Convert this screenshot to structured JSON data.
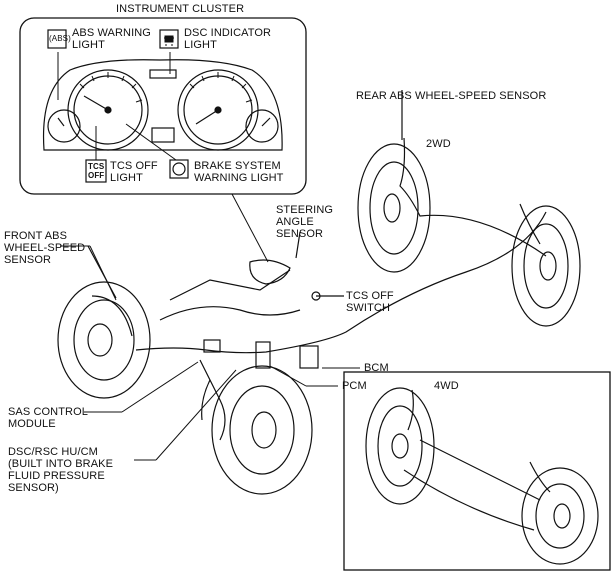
{
  "diagram": {
    "cluster": {
      "title": "INSTRUMENT CLUSTER",
      "abs_warning_light": "ABS WARNING\nLIGHT",
      "dsc_indicator_light": "DSC INDICATOR\nLIGHT",
      "tcs_off_light": "TCS OFF\nLIGHT",
      "brake_system_warning_light": "BRAKE SYSTEM\nWARNING LIGHT",
      "abs_icon": "(ABS)",
      "tcs_icon": "TCS\nOFF",
      "brake_icon": "(!)"
    },
    "labels": {
      "rear_abs_sensor": "REAR ABS WHEEL-SPEED SENSOR",
      "two_wd": "2WD",
      "four_wd": "4WD",
      "steering_angle_sensor": "STEERING\nANGLE\nSENSOR",
      "front_abs_sensor": "FRONT ABS\nWHEEL-SPEED\nSENSOR",
      "tcs_off_switch": "TCS OFF\nSWITCH",
      "bcm": "BCM",
      "pcm": "PCM",
      "sas_control_module": "SAS CONTROL\nMODULE",
      "dsc_rsc_hu_cm": "DSC/RSC HU/CM\n(BUILT INTO BRAKE\nFLUID PRESSURE\nSENSOR)"
    }
  }
}
